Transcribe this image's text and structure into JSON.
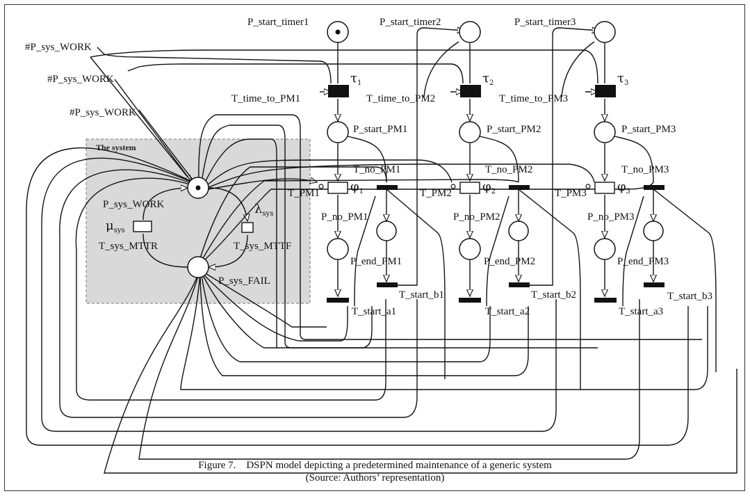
{
  "diagram": {
    "system_box_title": "The system",
    "places": {
      "start_timer1": "P_start_timer1",
      "start_timer2": "P_start_timer2",
      "start_timer3": "P_start_timer3",
      "start_pm1": "P_start_PM1",
      "start_pm2": "P_start_PM2",
      "start_pm3": "P_start_PM3",
      "no_pm1": "P_no_PM1",
      "no_pm2": "P_no_PM2",
      "no_pm3": "P_no_PM3",
      "end_pm1": "P_end_PM1",
      "end_pm2": "P_end_PM2",
      "end_pm3": "P_end_PM3",
      "sys_work": "P_sys_WORK",
      "sys_fail": "P_sys_FAIL"
    },
    "transitions": {
      "time_to_pm1": "T_time_to_PM1",
      "time_to_pm2": "T_time_to_PM2",
      "time_to_pm3": "T_time_to_PM3",
      "pm1": "T_PM1",
      "pm2": "T_PM2",
      "pm3": "T_PM3",
      "no_pm1": "T_no_PM1",
      "no_pm2": "T_no_PM2",
      "no_pm3": "T_no_PM3",
      "start_a1": "T_start_a1",
      "start_a2": "T_start_a2",
      "start_a3": "T_start_a3",
      "start_b1": "T_start_b1",
      "start_b2": "T_start_b2",
      "start_b3": "T_start_b3",
      "sys_mttr": "T_sys_MTTR",
      "sys_mttf": "T_sys_MTTF"
    },
    "guards": [
      "#P_sys_WORK",
      "#P_sys_WORK",
      "#P_sys_WORK"
    ],
    "symbols": {
      "tau": "τ",
      "phi": "φ",
      "lambda": "λ",
      "mu": "μ",
      "sub1": "1",
      "sub2": "2",
      "sub3": "3",
      "sub_sys": "sys"
    },
    "tokens": {
      "start_timer1": 1,
      "sys_work": 1
    }
  },
  "caption": {
    "line1": "Figure 7.    DSPN model depicting a predetermined maintenance of a generic system",
    "line2": "(Source: Authors’ representation)"
  }
}
